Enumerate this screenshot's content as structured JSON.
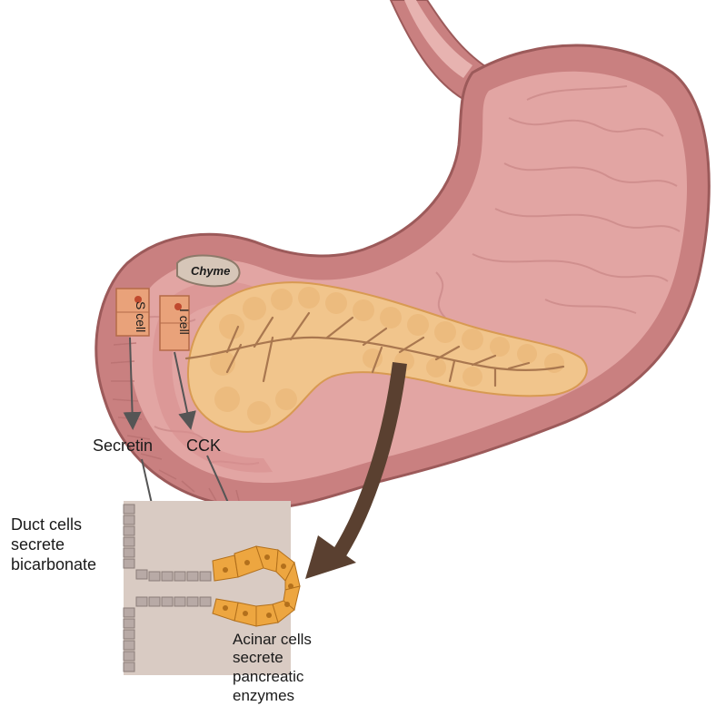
{
  "labels": {
    "chyme": "Chyme",
    "s_cell": "S cell",
    "i_cell": "I cell",
    "secretin": "Secretin",
    "cck": "CCK",
    "duct_line1": "Duct cells",
    "duct_line2": "secrete",
    "duct_line3": "bicarbonate",
    "acinar_line1": "Acinar cells",
    "acinar_line2": "secrete",
    "acinar_line3": "pancreatic",
    "acinar_line4": "enzymes"
  },
  "colors": {
    "stomach_outer": "#c98080",
    "stomach_inner": "#d99898",
    "stomach_lining": "#e7b3b0",
    "pancreas": "#f1c58c",
    "pancreas_shade": "#e4a95f",
    "duct_vessel": "#a9774f",
    "cell_box": "#e9a27a",
    "arrow_gray": "#555555",
    "arrow_brown": "#5a4030",
    "tissue_bg": "#d9cbc3",
    "duct_cell": "#b8aaa6",
    "acinar_cell": "#eda640",
    "acinar_nucleus": "#b2701c"
  }
}
